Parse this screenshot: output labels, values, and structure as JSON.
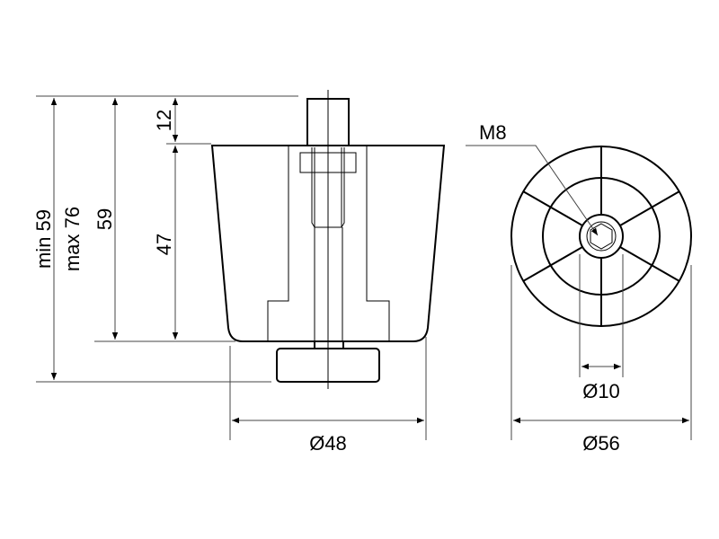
{
  "labels": {
    "min_height": "min 59",
    "max_height": "max 76",
    "body_height_total": "59",
    "stud_height": "12",
    "body_height": "47",
    "thread": "M8",
    "base_diameter": "Ø48",
    "top_diameter": "Ø56",
    "hub_diameter": "Ø10"
  }
}
